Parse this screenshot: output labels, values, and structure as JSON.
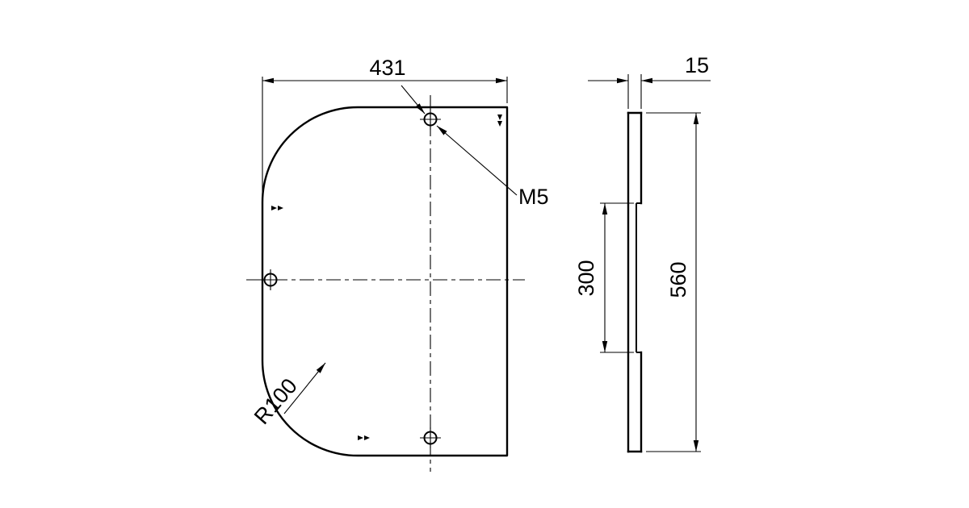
{
  "drawing": {
    "type": "technical-2-view",
    "colors": {
      "ink": "#000000",
      "background": "#ffffff"
    },
    "front_view": {
      "width_dim": "431",
      "thread_callout": "M5",
      "radius_callout": "R100"
    },
    "side_view": {
      "thickness_dim": "15",
      "flange_height_dim": "300",
      "overall_height_dim": "560"
    }
  }
}
